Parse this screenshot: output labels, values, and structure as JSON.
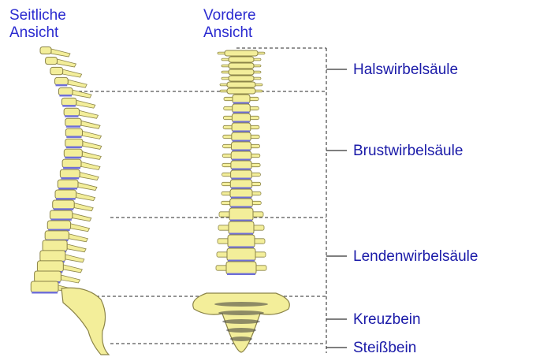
{
  "headers": {
    "side_view": [
      "Seitliche",
      "Ansicht"
    ],
    "front_view": [
      "Vordere",
      "Ansicht"
    ]
  },
  "regions": [
    {
      "label": "Halswirbelsäule"
    },
    {
      "label": "Brustwirbelsäule"
    },
    {
      "label": "Lendenwirbelsäule"
    },
    {
      "label": "Kreuzbein"
    },
    {
      "label": "Steißbein"
    }
  ],
  "colors": {
    "bone": "#f3ee9a",
    "bone_outline": "#8b8448",
    "disc": "#6f6fd8",
    "label": "#1a1aa8",
    "dashes": "#555555"
  }
}
